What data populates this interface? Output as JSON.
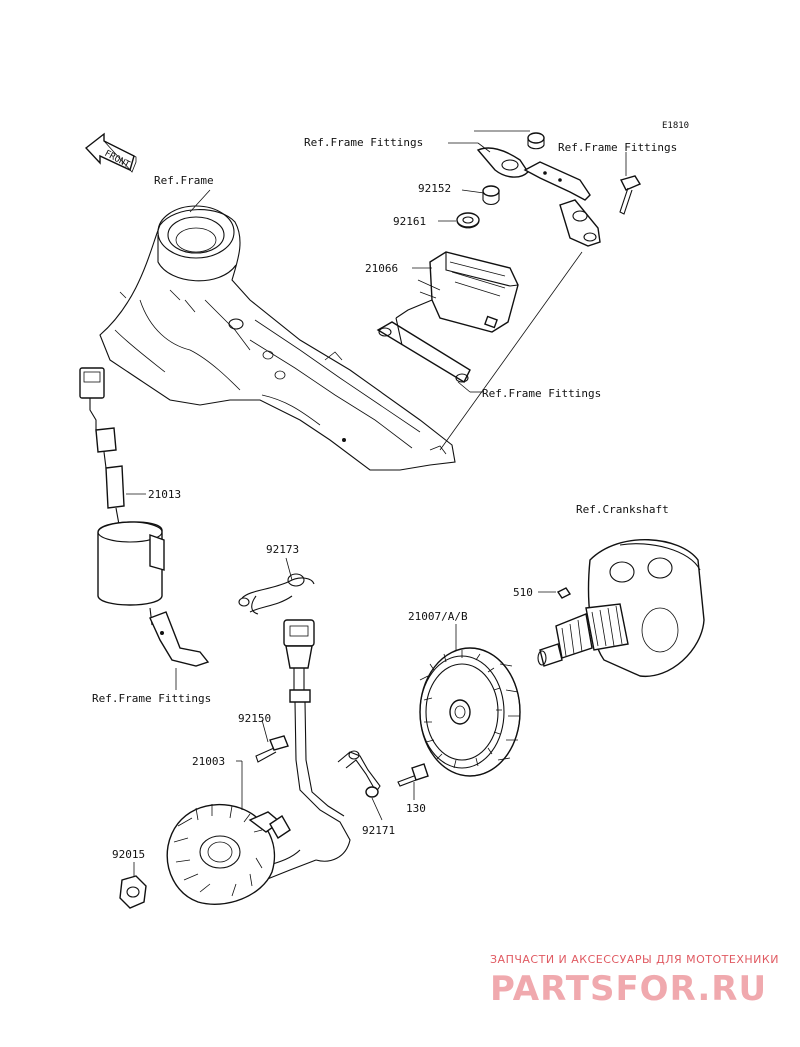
{
  "diagram_code": "E1810",
  "front_label": "FRONT",
  "labels": {
    "ref_frame": "Ref.Frame",
    "ref_frame_fittings_top_left": "Ref.Frame Fittings",
    "ref_frame_fittings_top_right": "Ref.Frame Fittings",
    "ref_frame_fittings_mid": "Ref.Frame Fittings",
    "ref_frame_fittings_bottom": "Ref.Frame Fittings",
    "ref_crankshaft": "Ref.Crankshaft"
  },
  "parts": {
    "p92152": "92152",
    "p92161": "92161",
    "p21066": "21066",
    "p21013": "21013",
    "p92173": "92173",
    "p510": "510",
    "p21007": "21007/A/B",
    "p92150": "92150",
    "p21003": "21003",
    "p130": "130",
    "p92171": "92171",
    "p92015": "92015"
  },
  "watermark": {
    "tagline": "ЗАПЧАСТИ И АКСЕССУАРЫ ДЛЯ МОТОТЕХНИКИ",
    "brand": "PARTSFOR.RU"
  }
}
